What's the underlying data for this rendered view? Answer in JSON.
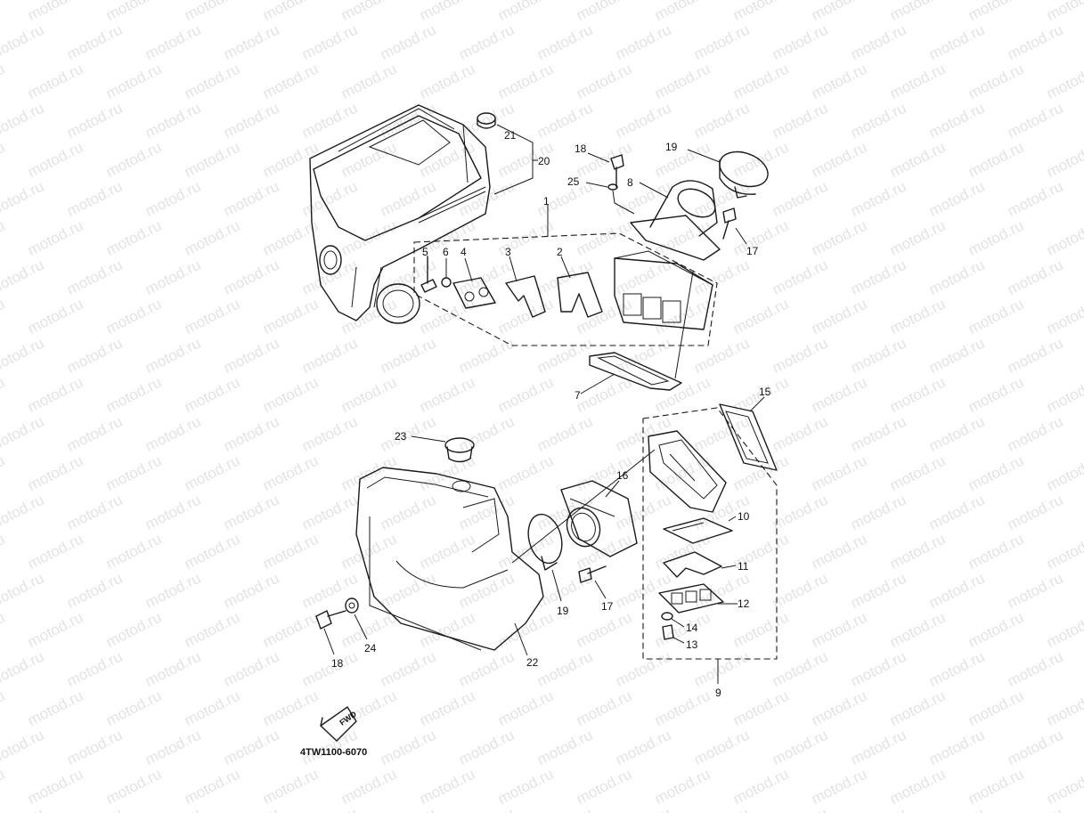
{
  "diagram": {
    "watermark": "motod.ru",
    "part_code": "4TW1100-6070",
    "fwd_label": "FWD",
    "callouts": [
      {
        "id": "c1",
        "label": "1"
      },
      {
        "id": "c2",
        "label": "2"
      },
      {
        "id": "c3",
        "label": "3"
      },
      {
        "id": "c4",
        "label": "4"
      },
      {
        "id": "c5",
        "label": "5"
      },
      {
        "id": "c6",
        "label": "6"
      },
      {
        "id": "c7",
        "label": "7"
      },
      {
        "id": "c8",
        "label": "8"
      },
      {
        "id": "c9",
        "label": "9"
      },
      {
        "id": "c10",
        "label": "10"
      },
      {
        "id": "c11",
        "label": "11"
      },
      {
        "id": "c12",
        "label": "12"
      },
      {
        "id": "c13",
        "label": "13"
      },
      {
        "id": "c14",
        "label": "14"
      },
      {
        "id": "c15",
        "label": "15"
      },
      {
        "id": "c16",
        "label": "16"
      },
      {
        "id": "c17a",
        "label": "17"
      },
      {
        "id": "c17b",
        "label": "17"
      },
      {
        "id": "c18a",
        "label": "18"
      },
      {
        "id": "c18b",
        "label": "18"
      },
      {
        "id": "c19a",
        "label": "19"
      },
      {
        "id": "c19b",
        "label": "19"
      },
      {
        "id": "c20",
        "label": "20"
      },
      {
        "id": "c21",
        "label": "21"
      },
      {
        "id": "c22",
        "label": "22"
      },
      {
        "id": "c23",
        "label": "23"
      },
      {
        "id": "c24",
        "label": "24"
      },
      {
        "id": "c25",
        "label": "25"
      }
    ]
  }
}
